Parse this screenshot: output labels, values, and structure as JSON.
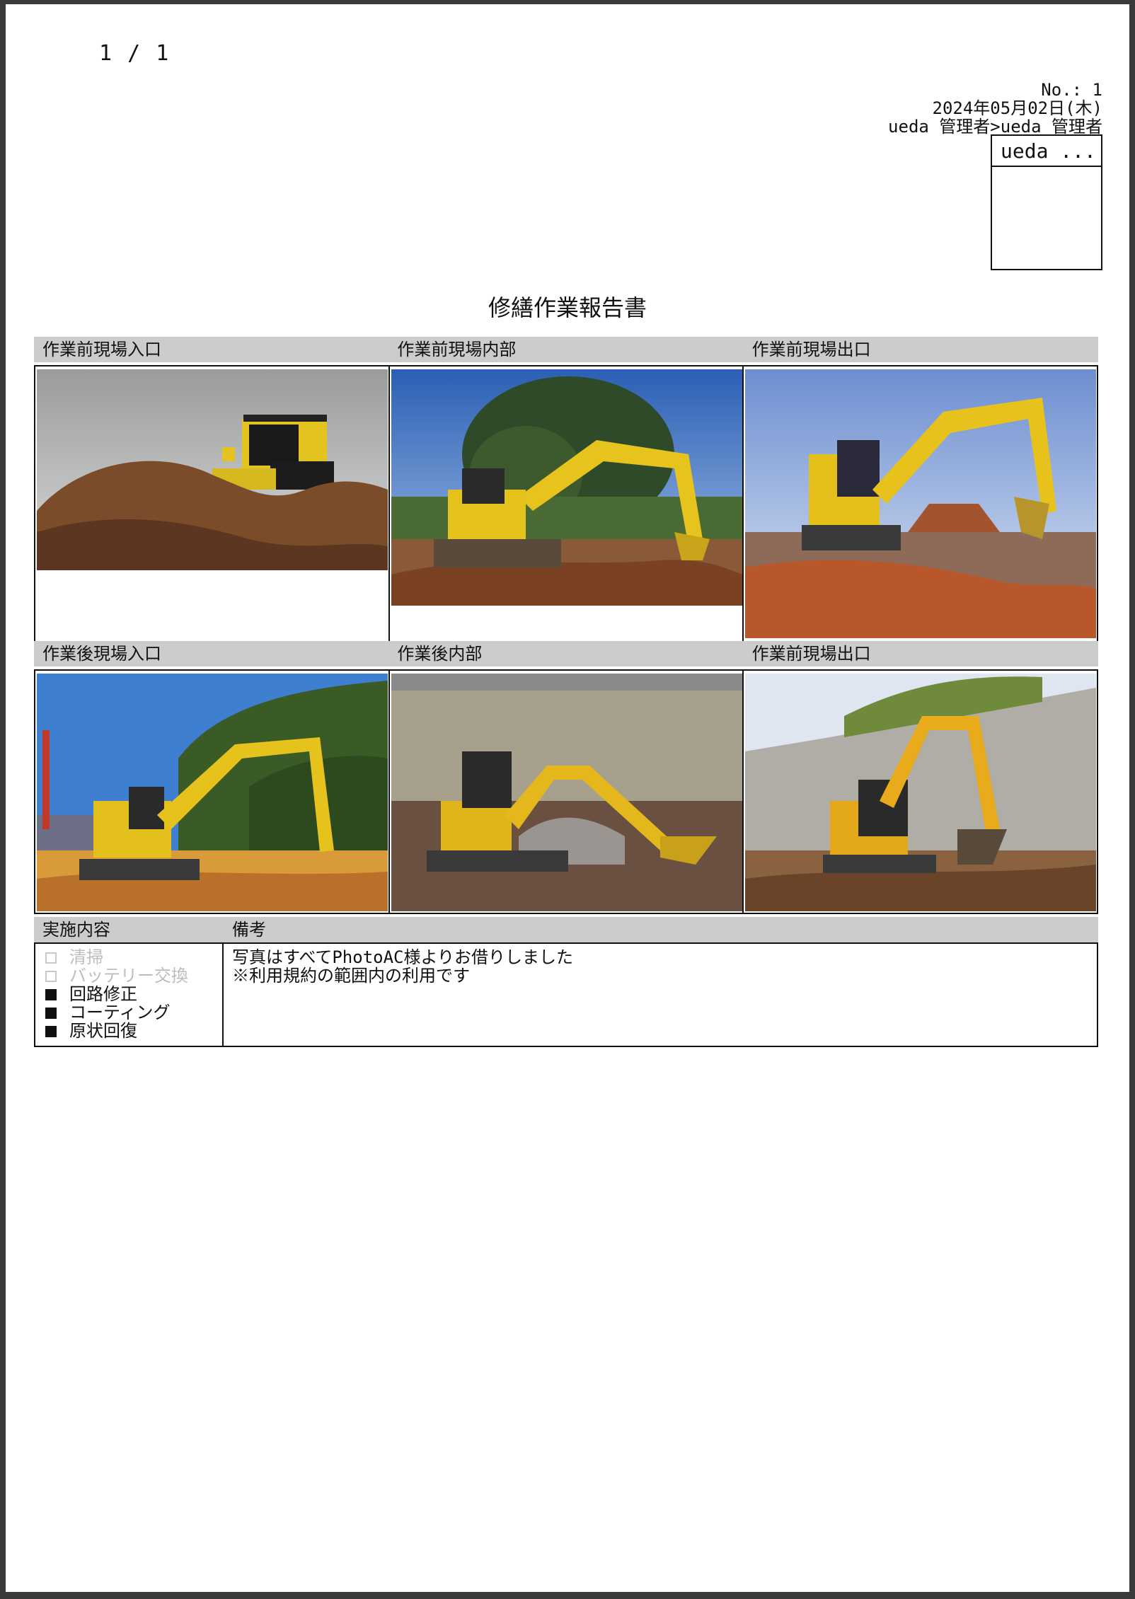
{
  "pager": "1 / 1",
  "meta": {
    "number": "No.: 1",
    "date": "2024年05月02日(木)",
    "author_path": "ueda 管理者>ueda 管理者",
    "stamp_name": "ueda ..."
  },
  "title": "修繕作業報告書",
  "photos_top": {
    "headers": [
      "作業前現場入口",
      "作業前現場内部",
      "作業前現場出口"
    ]
  },
  "photos_bottom": {
    "headers": [
      "作業後現場入口",
      "作業後内部",
      "作業前現場出口"
    ]
  },
  "photo_subjects": [
    "bulldozer-on-soil-pile",
    "excavator-in-front-of-tree",
    "excavator-on-construction-site",
    "excavator-near-forest",
    "excavator-by-concrete-wall",
    "excavator-by-retaining-wall"
  ],
  "work": {
    "header": "実施内容",
    "items": [
      {
        "label": "清掃",
        "checked": false
      },
      {
        "label": "バッテリー交換",
        "checked": false
      },
      {
        "label": "回路修正",
        "checked": true
      },
      {
        "label": "コーティング",
        "checked": true
      },
      {
        "label": "原状回復",
        "checked": true
      }
    ]
  },
  "notes": {
    "header": "備考",
    "lines": [
      "写真はすべてPhotoAC様よりお借りしました",
      "※利用規約の範囲内の利用です"
    ]
  }
}
